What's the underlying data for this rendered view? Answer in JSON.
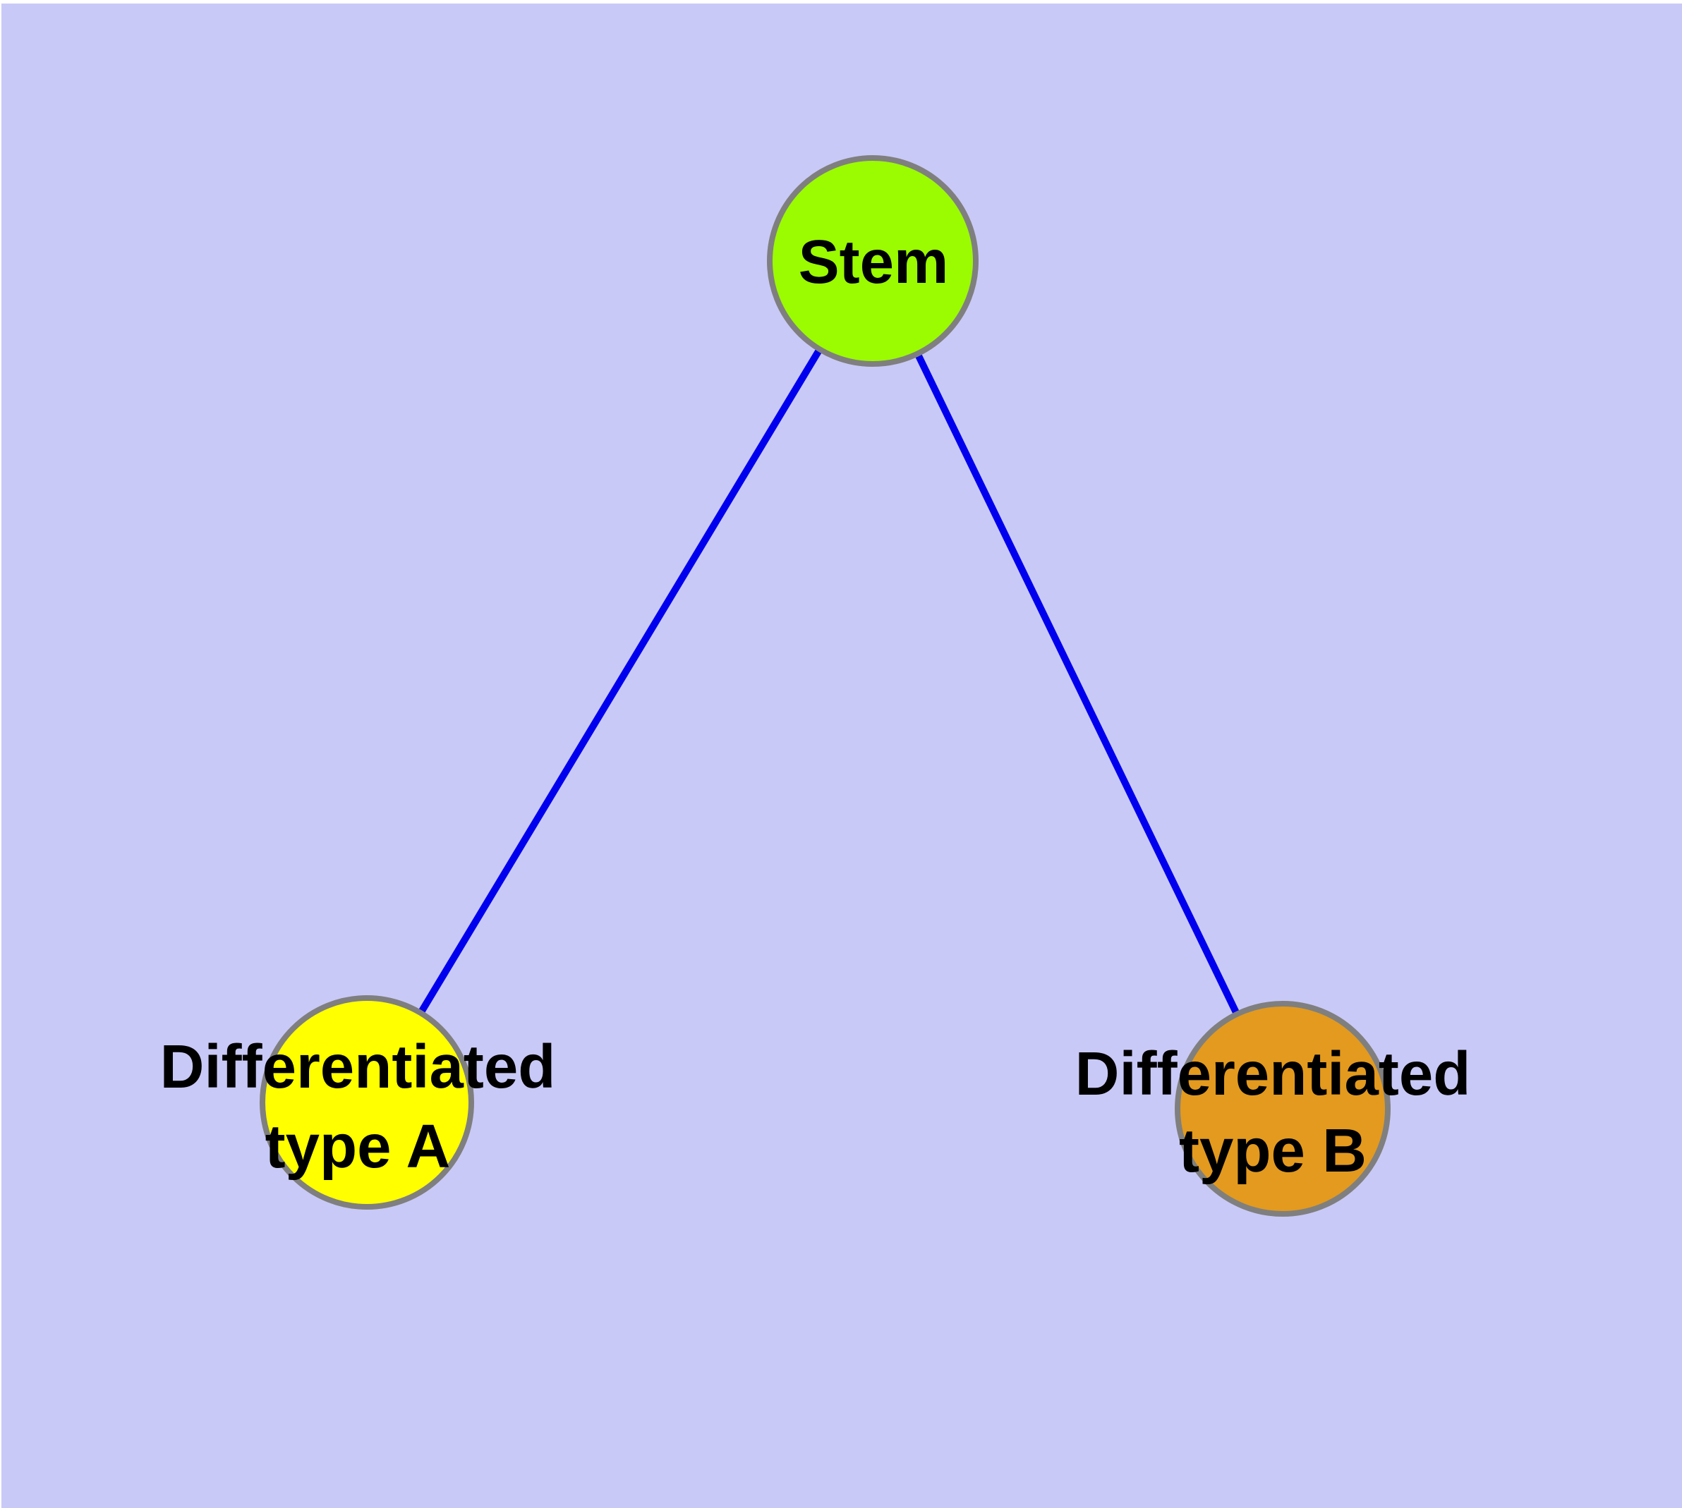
{
  "background_color": "#c9c9f7",
  "graph": {
    "type": "node-link-diagram",
    "edge_color": "#0000ee",
    "node_border_color": "#7f7f7f",
    "label_color": "#000000",
    "nodes": [
      {
        "id": "stem",
        "label": "Stem",
        "fill": "#9bfb00"
      },
      {
        "id": "differentiated-type-a",
        "label": "Differentiated type A",
        "label_line1": "Differentiated",
        "label_line2": "type A",
        "fill": "#ffff00"
      },
      {
        "id": "differentiated-type-b",
        "label": "Differentiated type B",
        "label_line1": "Differentiated",
        "label_line2": "type B",
        "fill": "#e39a1e"
      }
    ],
    "edges": [
      {
        "from": "stem",
        "to": "differentiated-type-a"
      },
      {
        "from": "stem",
        "to": "differentiated-type-b"
      }
    ]
  }
}
